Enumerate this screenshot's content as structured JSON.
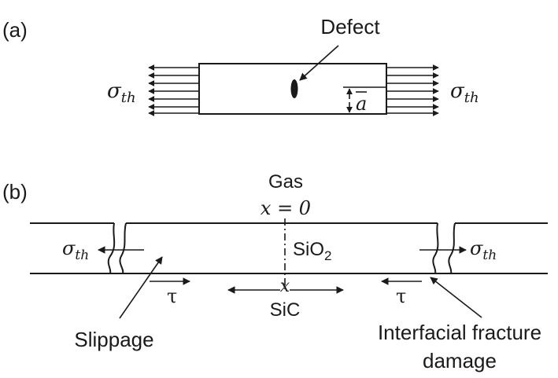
{
  "panel_a": {
    "label": "(a)",
    "defect_label": "Defect",
    "stress_left": "σ",
    "stress_left_sub": "th",
    "stress_right": "σ",
    "stress_right_sub": "th",
    "dimension_label": "a"
  },
  "panel_b": {
    "label": "(b)",
    "gas_label": "Gas",
    "origin_label": "x = 0",
    "oxide_label": "SiO",
    "oxide_sub": "2",
    "axis_label": "x",
    "substrate_label": "SiC",
    "stress_left": "σ",
    "stress_left_sub": "th",
    "stress_right": "σ",
    "stress_right_sub": "th",
    "shear_left": "τ",
    "shear_right": "τ",
    "slippage_label": "Slippage",
    "damage_label_line1": "Interfacial fracture",
    "damage_label_line2": "damage"
  }
}
